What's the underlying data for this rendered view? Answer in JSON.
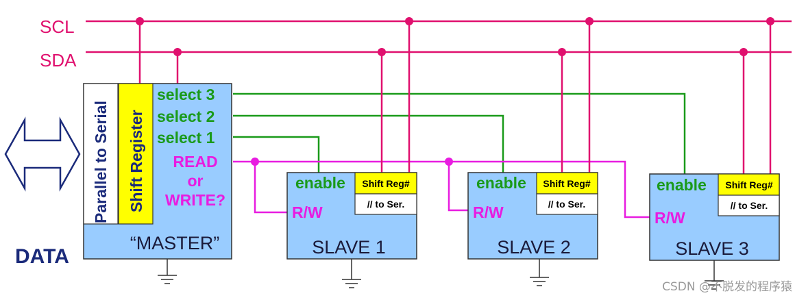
{
  "bus": {
    "scl": "SCL",
    "sda": "SDA"
  },
  "master": {
    "parallel_label": "Parallel to Serial",
    "shift_label": "Shift Register",
    "select3": "select 3",
    "select2": "select 2",
    "select1": "select 1",
    "read": "READ",
    "or": "or",
    "write": "WRITE?",
    "name": "“MASTER”",
    "data_label": "DATA"
  },
  "slaves": [
    {
      "name": "SLAVE 1",
      "enable": "enable",
      "rw": "R/W",
      "reg": "Shift Reg#",
      "ser": "// to Ser."
    },
    {
      "name": "SLAVE 2",
      "enable": "enable",
      "rw": "R/W",
      "reg": "Shift Reg#",
      "ser": "// to Ser."
    },
    {
      "name": "SLAVE 3",
      "enable": "enable",
      "rw": "R/W",
      "reg": "Shift Reg#",
      "ser": "// to Ser."
    }
  ],
  "watermark": "CSDN @不脱发的程序猿",
  "colors": {
    "bus": "#e0106e",
    "select": "#1a9a1a",
    "rw": "#e81ce0",
    "box": "#99ccff",
    "shift": "#ffff00"
  }
}
